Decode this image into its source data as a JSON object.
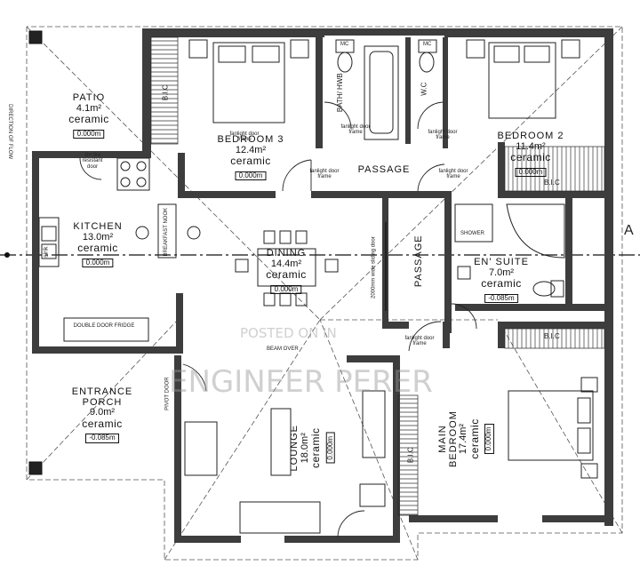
{
  "rooms": {
    "patio": {
      "name": "PATIO",
      "area": "4.1m²",
      "finish": "ceramic",
      "level": "0.000m"
    },
    "bedroom3": {
      "name": "BEDROOM 3",
      "area": "12.4m²",
      "finish": "ceramic",
      "level": "0.000m"
    },
    "bedroom2": {
      "name": "BEDROOM 2",
      "area": "11.4m²",
      "finish": "ceramic",
      "level": "0.000m"
    },
    "kitchen": {
      "name": "KITCHEN",
      "area": "13.0m²",
      "finish": "ceramic",
      "level": "0.000m"
    },
    "dining": {
      "name": "DINING",
      "area": "14.4m²",
      "finish": "ceramic",
      "level": "0.000m"
    },
    "ensuite": {
      "name": "EN' SUITE",
      "area": "7.0m²",
      "finish": "ceramic",
      "level": "-0.085m"
    },
    "entrance": {
      "name": "ENTRANCE PORCH",
      "area": "9.0m²",
      "finish": "ceramic",
      "level": "-0.085m"
    },
    "lounge": {
      "name": "LOUNGE",
      "area": "18.0m²",
      "finish": "ceramic",
      "level": "0.000m"
    },
    "main_bedroom": {
      "name": "MAIN BEDROOM",
      "area": "17.4m²",
      "finish": "ceramic",
      "level": "0.000m"
    }
  },
  "labels": {
    "passage_h": "PASSAGE",
    "passage_v": "PASSAGE",
    "bath": "BATH/ HWB",
    "wc": "W.C",
    "bic_b3": "B.I.C",
    "bic_b2": "B.I.C",
    "bic_ens": "B.I.C",
    "bic_main": "B.I.C",
    "shower": "SHOWER",
    "breakfast_nook": "BREAKFAST NOOK",
    "double_door_fridge": "DOUBLE DOOR FRIDGE",
    "sink": "sink",
    "fire_door": "1hr fire resistant door",
    "fanlight_1": "fanlight door frame",
    "fanlight_2": "fanlight door frame",
    "fanlight_3": "fanlight door frame",
    "fanlight_4": "fanlight door frame",
    "fanlight_5": "fanlight door frame",
    "fanlight_6": "fanlight door frame",
    "sliding_door": "2000mm wide sliding door",
    "pivot_door": "PIVOT DOOR",
    "beam_over": "BEAM OVER",
    "direction_of_flow": "DIRECTION OF FLOW",
    "section_mark": "A",
    "mc_1": "MC",
    "mc_2": "MC"
  },
  "watermarks": {
    "posted": "POSTED ON IN",
    "author": "ENGINEER PERER"
  },
  "colors": {
    "wall": "#3d3d3d",
    "line": "#1a1a1a",
    "watermark": "#999999"
  }
}
